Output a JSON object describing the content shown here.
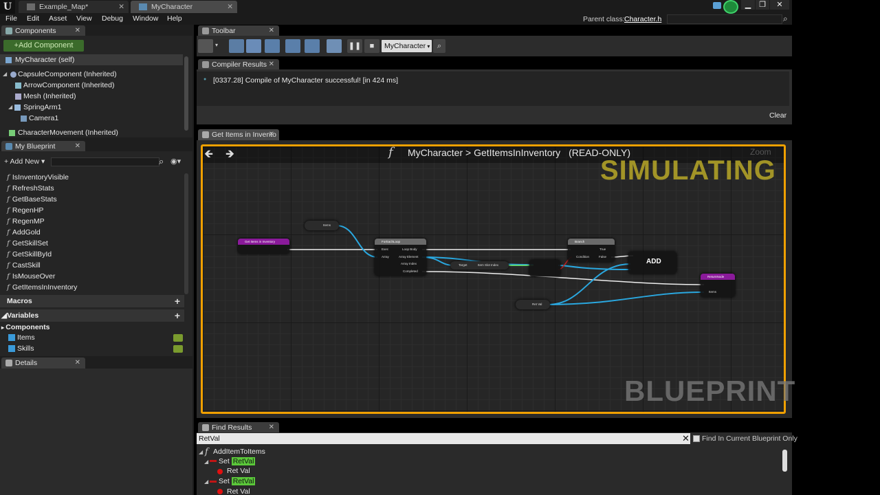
{
  "window": {
    "tabs": [
      {
        "label": "Example_Map*"
      },
      {
        "label": "MyCharacter"
      }
    ]
  },
  "menu": [
    "File",
    "Edit",
    "Asset",
    "View",
    "Debug",
    "Window",
    "Help"
  ],
  "parent_class": {
    "label": "Parent class:",
    "value": "Character.h"
  },
  "components_panel": {
    "tab": "Components",
    "add_button": "+Add Component",
    "tree": [
      {
        "label": "MyCharacter (self)"
      },
      {
        "label": "CapsuleComponent (Inherited)"
      },
      {
        "label": "ArrowComponent (Inherited)"
      },
      {
        "label": "Mesh (Inherited)"
      },
      {
        "label": "SpringArm1"
      },
      {
        "label": "Camera1"
      },
      {
        "label": "CharacterMovement (Inherited)"
      }
    ]
  },
  "my_blueprint": {
    "tab": "My Blueprint",
    "add_new": "Add New",
    "functions": [
      "IsInventoryVisible",
      "RefreshStats",
      "GetBaseStats",
      "RegenHP",
      "RegenMP",
      "AddGold",
      "GetSkillSet",
      "GetSkillById",
      "CastSkill",
      "IsMouseOver",
      "GetItemsInInventory"
    ],
    "macros": "Macros",
    "variables": "Variables",
    "var_group": "Components",
    "vars": [
      "Items",
      "Skills"
    ]
  },
  "details_tab": "Details",
  "toolbar": {
    "tab": "Toolbar",
    "selector": "MyCharacter"
  },
  "compiler": {
    "tab": "Compiler Results",
    "message": "[0337.28] Compile of MyCharacter successful! [in 424 ms]",
    "clear": "Clear"
  },
  "graph": {
    "tab": "Get Items in Invento",
    "crumb_owner": "MyCharacter",
    "crumb_fn": "GetItemsInInventory",
    "readonly": "(READ-ONLY)",
    "zoom": "Zoom",
    "simulating": "SIMULATING",
    "watermark": "BLUEPRINT",
    "nodes": {
      "entry": "Get Items in Inventory",
      "items_get": "Items",
      "foreach": "ForEachLoop",
      "foreach_pins": [
        "Exec",
        "Array",
        "Loop Body",
        "Array Element",
        "Array Index",
        "Completed"
      ],
      "isa": [
        "Target",
        "Item Slot Index"
      ],
      "branch": "Branch",
      "branch_pins": [
        "Condition",
        "True",
        "False"
      ],
      "add": "ADD",
      "retval": "Ret Val",
      "return": "ReturnNode",
      "return_pin": "Items"
    }
  },
  "find": {
    "tab": "Find Results",
    "query": "RetVal",
    "scope": "Find In Current Blueprint Only",
    "results": [
      {
        "label": "AddItemToItems"
      },
      {
        "prefix": "Set",
        "hl": "RetVal"
      },
      {
        "label": "Ret Val"
      },
      {
        "prefix": "Set",
        "hl": "RetVal"
      },
      {
        "label": "Ret Val"
      }
    ]
  },
  "colors": {
    "accent_orange": "#f0a000",
    "wire_blue": "#2aa8e0",
    "highlight_green": "#5bc83a"
  }
}
